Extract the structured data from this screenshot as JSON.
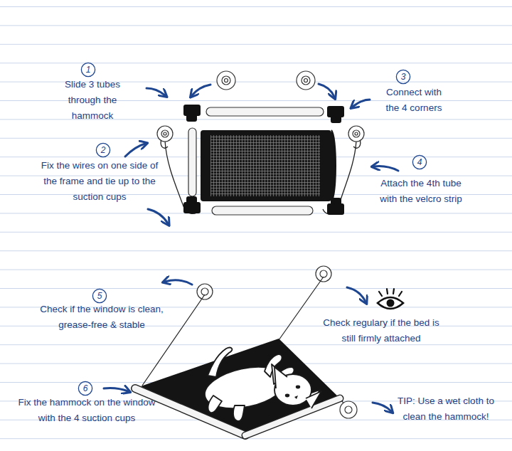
{
  "diagram": {
    "nodes": [
      {
        "text": [
          "1"
        ]
      },
      {
        "text": [
          "3"
        ]
      },
      {
        "text": [
          "2"
        ]
      },
      {
        "text": [
          "4"
        ]
      },
      {
        "text": [
          "5"
        ]
      },
      {
        "text": [
          "6"
        ]
      }
    ],
    "labels": [
      "Slide 3 tubes through the hammock",
      "Connect with the 4 corners",
      "Fix the wires on one side of the frame and tie up to the suction cups",
      "Attach the 4th tube with the velcro strip",
      "Check if the window is clean, grease-free & stable",
      "Check regulary if the bed is still firmly attached",
      "Fix the hammock on the window with the 4 suction cups",
      "TIP: Use a wet cloth to clean the hammock!"
    ]
  }
}
